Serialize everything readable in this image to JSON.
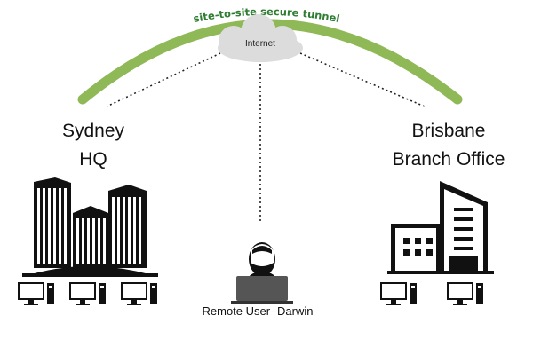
{
  "tunnel": {
    "label": "site-to-site secure tunnel",
    "color": "#8fb857"
  },
  "internet": {
    "label": "Internet",
    "icon": "cloud-icon"
  },
  "sites": {
    "sydney": {
      "line1": "Sydney",
      "line2": "HQ",
      "icon": "city-buildings-icon",
      "workstations": 3
    },
    "brisbane": {
      "line1": "Brisbane",
      "line2": "Branch Office",
      "icon": "office-building-icon",
      "workstations": 2
    }
  },
  "remote_user": {
    "label": "Remote User- Darwin",
    "icon": "laptop-user-icon"
  }
}
